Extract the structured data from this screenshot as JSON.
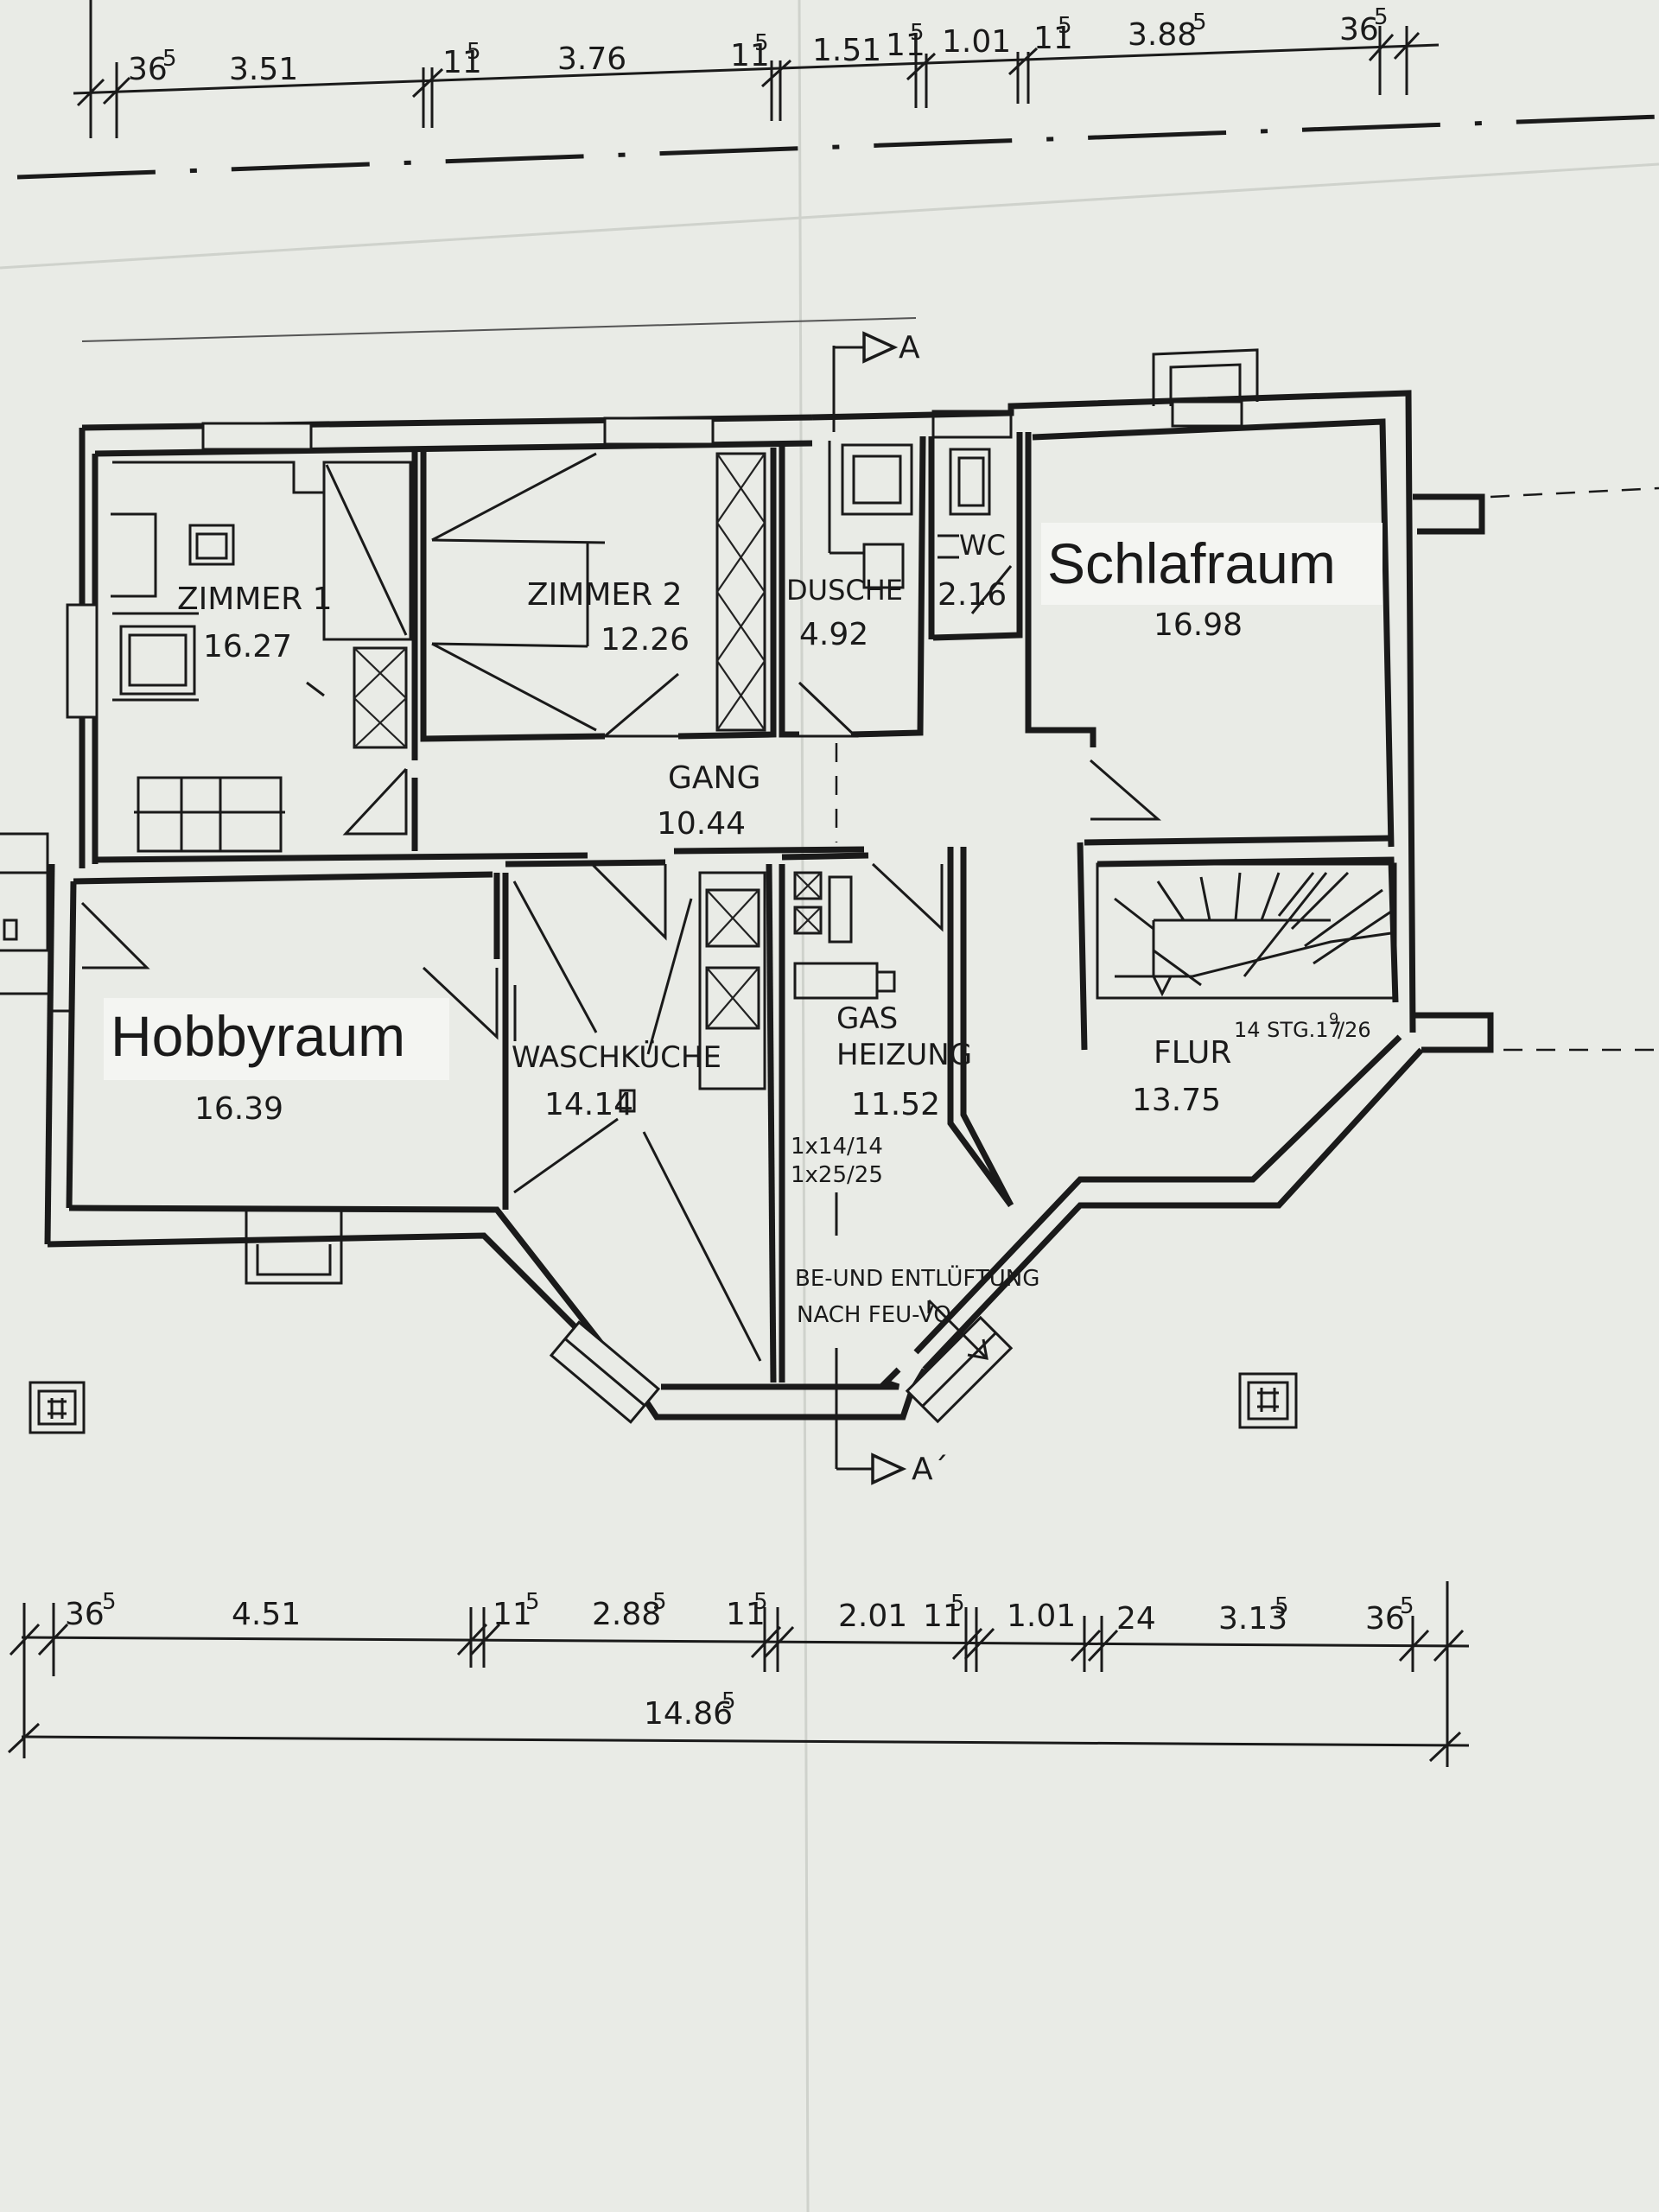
{
  "rooms": {
    "zimmer1": {
      "name": "ZIMMER 1",
      "area": "16.27"
    },
    "zimmer2": {
      "name": "ZIMMER 2",
      "area": "12.26"
    },
    "dusche": {
      "name": "DUSCHE",
      "area": "4.92"
    },
    "wc": {
      "name": "WC",
      "area": "2.16"
    },
    "schlafraum": {
      "name": "Schlafraum",
      "area": "16.98"
    },
    "gang": {
      "name": "GANG",
      "area": "10.44"
    },
    "hobbyraum": {
      "name": "Hobbyraum",
      "area": "16.39"
    },
    "waschkueche": {
      "name": "WASCHKÜCHE",
      "area": "14.14"
    },
    "heizung": {
      "name_line1": "GAS",
      "name_line2": "HEIZUNG",
      "area": "11.52",
      "chimney_1": "1x14/14",
      "chimney_2": "1x25/25"
    },
    "flur": {
      "name": "FLUR",
      "area": "13.75"
    }
  },
  "annotations": {
    "stairs": "14 STG.17",
    "stairs_sup": "9",
    "stairs_tail": "/26",
    "ventilation_1": "BE-UND ENTLÜFTUNG",
    "ventilation_2": "NACH FEU-VO",
    "section_top": "A",
    "section_bottom": "A´"
  },
  "dims_top": [
    {
      "main": "36",
      "sup": "5"
    },
    {
      "main": "3.51",
      "sup": ""
    },
    {
      "main": "11",
      "sup": "5"
    },
    {
      "main": "3.76",
      "sup": ""
    },
    {
      "main": "11",
      "sup": "5"
    },
    {
      "main": "1.51",
      "sup": ""
    },
    {
      "main": "11",
      "sup": "5"
    },
    {
      "main": "1.01",
      "sup": ""
    },
    {
      "main": "11",
      "sup": "5"
    },
    {
      "main": "3.88",
      "sup": "5"
    },
    {
      "main": "36",
      "sup": "5"
    }
  ],
  "dims_bottom": [
    {
      "main": "36",
      "sup": "5"
    },
    {
      "main": "4.51",
      "sup": ""
    },
    {
      "main": "11",
      "sup": "5"
    },
    {
      "main": "2.88",
      "sup": "5"
    },
    {
      "main": "11",
      "sup": "5"
    },
    {
      "main": "2.01",
      "sup": ""
    },
    {
      "main": "11",
      "sup": "5"
    },
    {
      "main": "1.01",
      "sup": ""
    },
    {
      "main": "24",
      "sup": ""
    },
    {
      "main": "3.13",
      "sup": "5"
    },
    {
      "main": "36",
      "sup": "5"
    }
  ],
  "dim_total": {
    "main": "14.86",
    "sup": "5"
  }
}
